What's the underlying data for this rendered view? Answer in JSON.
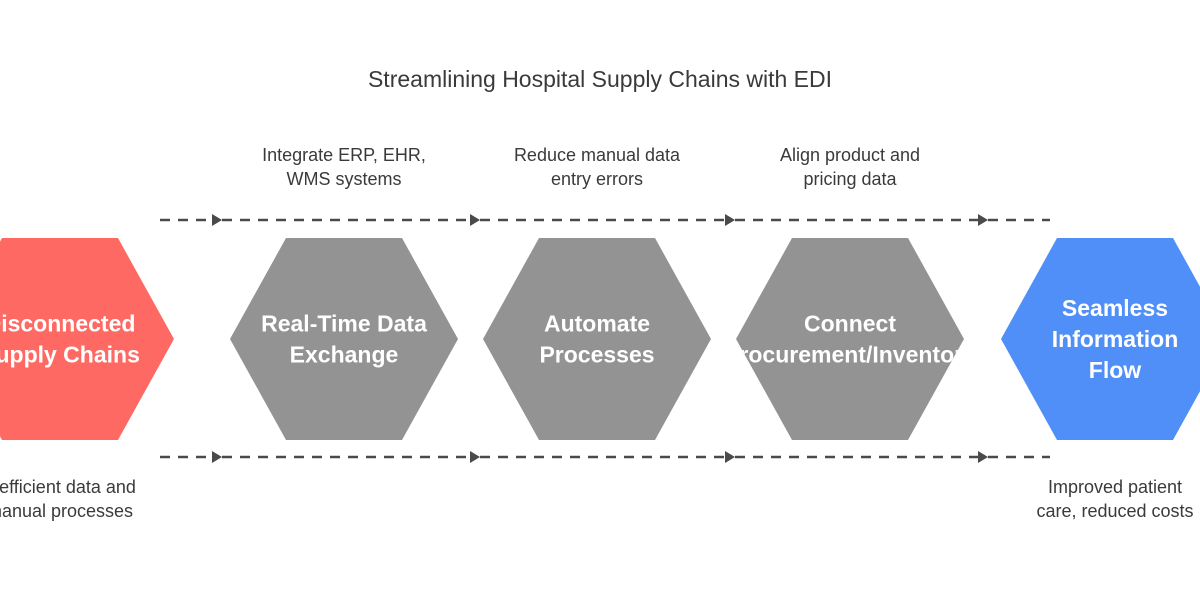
{
  "title": "Streamlining Hospital Supply Chains with EDI",
  "colors": {
    "start": "#fe6a63",
    "step": "#939393",
    "end": "#4f8ff7",
    "text_dark": "#3a3a3a",
    "line": "#4a4a4a"
  },
  "nodes": [
    {
      "id": "disconnected-supply-chains",
      "lines": [
        "Disconnected",
        "Supply Chains"
      ],
      "kind": "start",
      "annotation_position": "bottom",
      "annotation": [
        "Inefficient data and",
        "manual processes"
      ]
    },
    {
      "id": "real-time-data-exchange",
      "lines": [
        "Real-Time Data",
        "Exchange"
      ],
      "kind": "step",
      "annotation_position": "top",
      "annotation": [
        "Integrate ERP, EHR,",
        "WMS systems"
      ]
    },
    {
      "id": "automate-processes",
      "lines": [
        "Automate",
        "Processes"
      ],
      "kind": "step",
      "annotation_position": "top",
      "annotation": [
        "Reduce manual data",
        "entry errors"
      ]
    },
    {
      "id": "connect-procurement-inventory",
      "lines": [
        "Connect",
        "Procurement/Inventory"
      ],
      "kind": "step",
      "annotation_position": "top",
      "annotation": [
        "Align product and",
        "pricing data"
      ]
    },
    {
      "id": "seamless-information-flow",
      "lines": [
        "Seamless",
        "Information",
        "Flow"
      ],
      "kind": "end",
      "annotation_position": "bottom",
      "annotation": [
        "Improved patient",
        "care, reduced costs"
      ]
    }
  ],
  "connectors": [
    {
      "from": "disconnected-supply-chains",
      "to": "real-time-data-exchange"
    },
    {
      "from": "real-time-data-exchange",
      "to": "automate-processes"
    },
    {
      "from": "automate-processes",
      "to": "connect-procurement-inventory"
    },
    {
      "from": "connect-procurement-inventory",
      "to": "seamless-information-flow"
    }
  ]
}
